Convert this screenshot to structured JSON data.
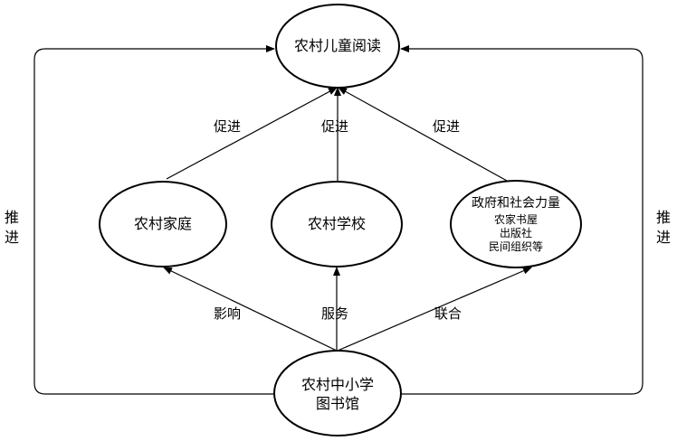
{
  "nodes": {
    "top": "农村儿童阅读",
    "family": "农村家庭",
    "school": "农村学校",
    "gov": {
      "title": "政府和社会力量",
      "items": [
        "农家书屋",
        "出版社",
        "民间组织等"
      ]
    },
    "library": {
      "line1": "农村中小学",
      "line2": "图书馆"
    }
  },
  "edges": {
    "promote": "促进",
    "influence": "影响",
    "serve": "服务",
    "unite": "联合"
  },
  "side": {
    "left": [
      "推",
      "进"
    ],
    "right": [
      "推",
      "进"
    ]
  }
}
